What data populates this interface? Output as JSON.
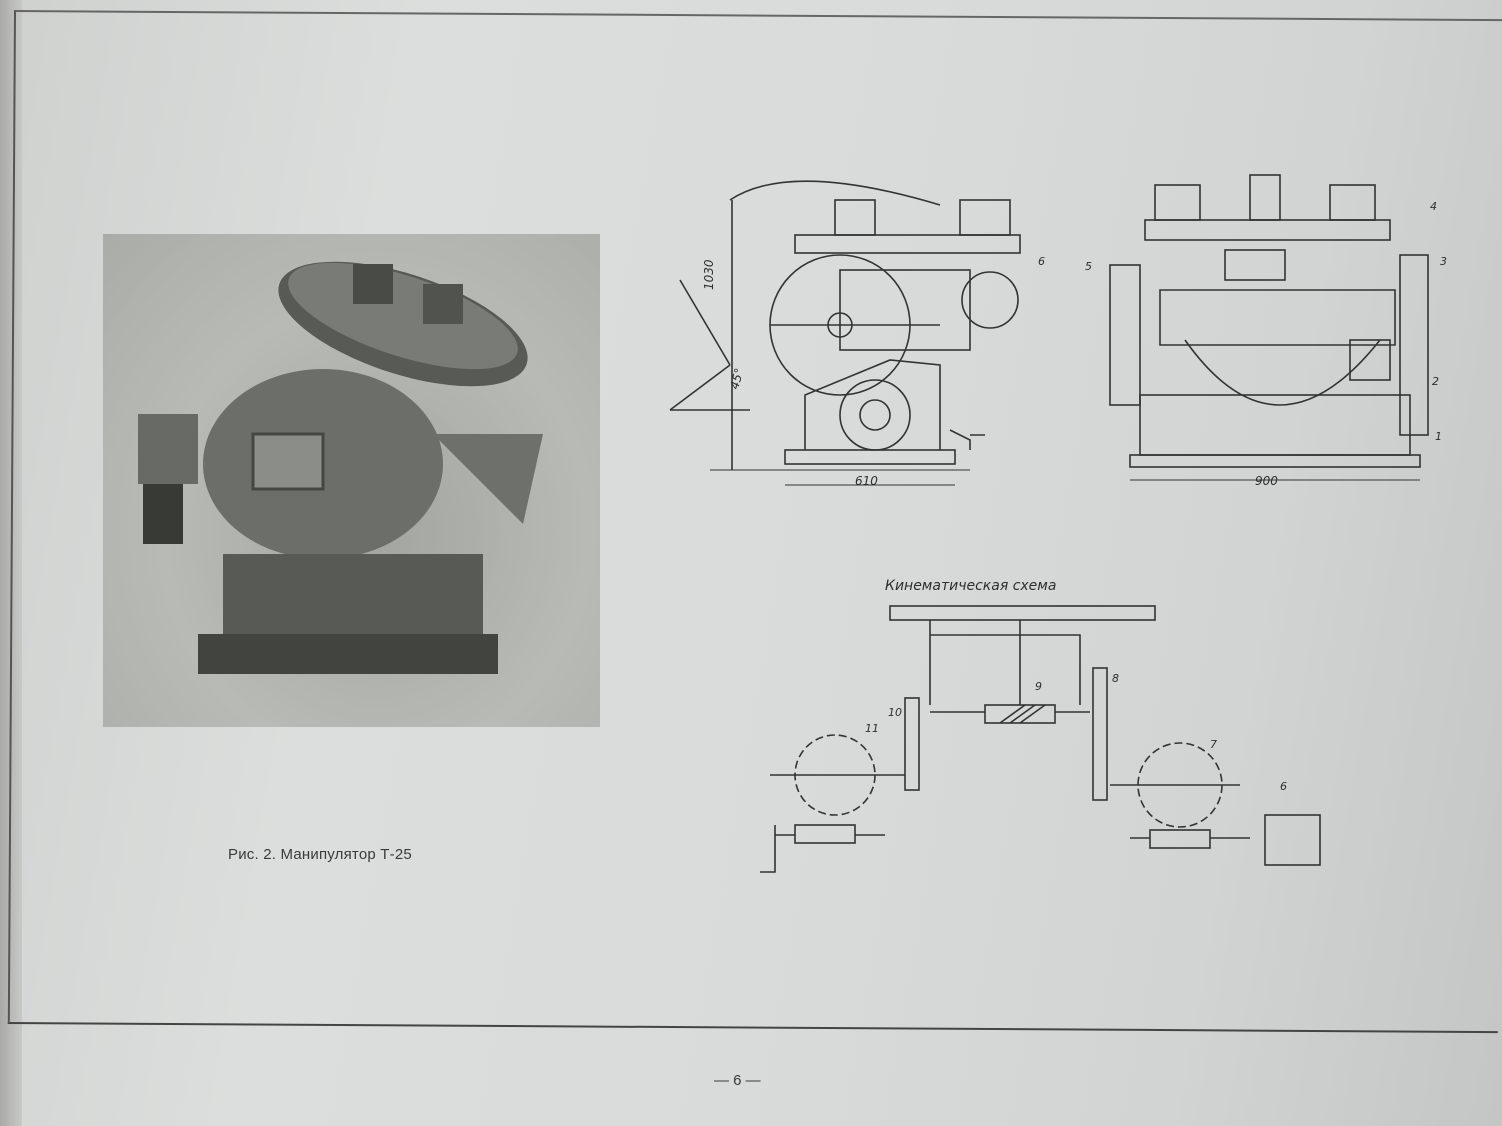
{
  "figure": {
    "caption": "Рис. 2. Манипулятор Т-25"
  },
  "drawing": {
    "dimensions": {
      "height": "1030",
      "side_width": "610",
      "front_width": "900",
      "angle": "45°"
    },
    "side_view_labels": [
      "6"
    ],
    "front_view_labels": [
      "4",
      "5",
      "3",
      "2",
      "1"
    ]
  },
  "kinematic_scheme": {
    "title": "Кинематическая схема",
    "labels": [
      "9",
      "8",
      "10",
      "11",
      "7",
      "6"
    ]
  },
  "footer": {
    "page_number": "— 6 —"
  }
}
